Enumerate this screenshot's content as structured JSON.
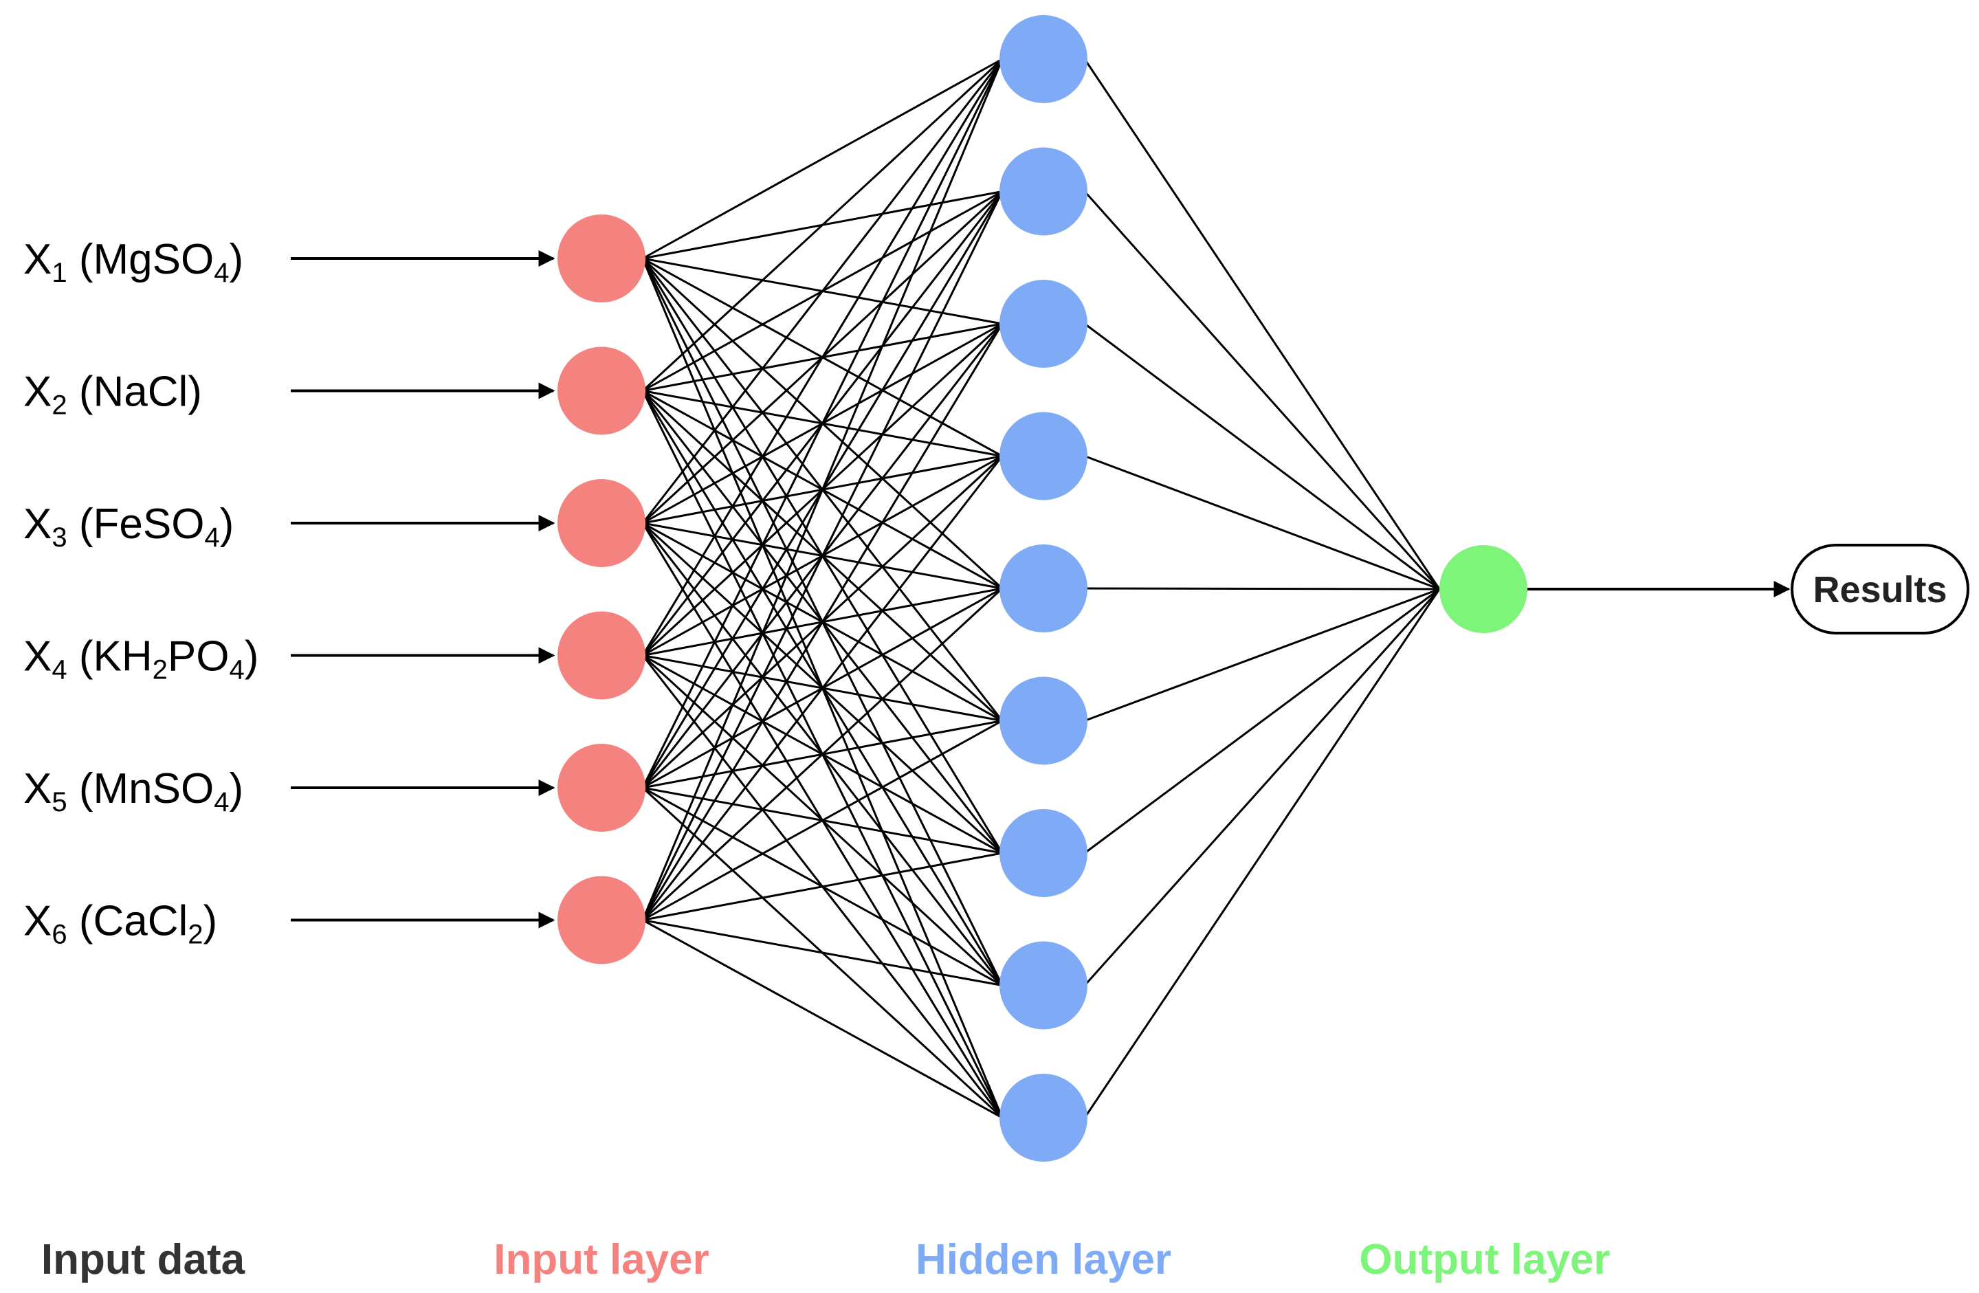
{
  "diagram": {
    "inputs": [
      {
        "symbol": "X",
        "index": "1",
        "open": " (MgSO",
        "sub": "4",
        "close": ")"
      },
      {
        "symbol": "X",
        "index": "2",
        "open": " (NaCl)",
        "sub": "",
        "close": ""
      },
      {
        "symbol": "X",
        "index": "3",
        "open": " (FeSO",
        "sub": "4",
        "close": ")"
      },
      {
        "symbol": "X",
        "index": "4",
        "open": " (KH",
        "sub": "2",
        "mid": "PO",
        "sub2": "4",
        "close": ")"
      },
      {
        "symbol": "X",
        "index": "5",
        "open": " (MnSO",
        "sub": "4",
        "close": ")"
      },
      {
        "symbol": "X",
        "index": "6",
        "open": " (CaCl",
        "sub": "2",
        "close": ")"
      }
    ],
    "hidden_count": 9,
    "output_label": "Results",
    "legend": {
      "input_data": "Input data",
      "input_layer": "Input layer",
      "hidden_layer": "Hidden layer",
      "output_layer": "Output layer"
    },
    "colors": {
      "input_node": "#f4837f",
      "hidden_node": "#7faaf5",
      "output_node": "#7ef47b",
      "legend_input_data": "#333333",
      "edge": "#000000"
    }
  }
}
